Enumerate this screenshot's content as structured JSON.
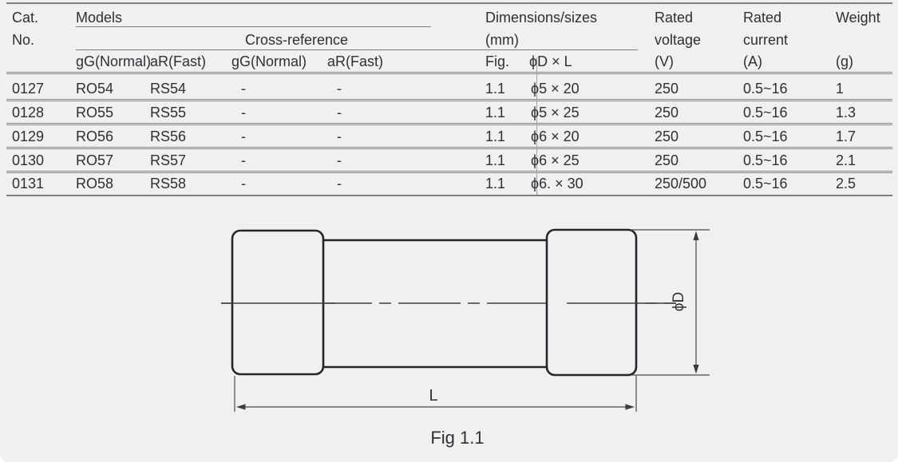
{
  "colors": {
    "background": "#f0f0f1",
    "text": "#2f2f35",
    "table_rule": "#7e7e85",
    "figure_stroke": "#26262a",
    "dimension_line": "#4a4a4f"
  },
  "table": {
    "header": {
      "cat_line1": "Cat.",
      "cat_line2": "No.",
      "models": "Models",
      "cross_reference": "Cross-reference",
      "dimensions_line1": "Dimensions/sizes",
      "dimensions_line2": "(mm)",
      "rated_voltage_line1": "Rated",
      "rated_voltage_line2": "voltage",
      "rated_voltage_unit": "(V)",
      "rated_current_line1": "Rated",
      "rated_current_line2": "current",
      "rated_current_unit": "(A)",
      "weight": "Weight",
      "weight_unit": "(g)",
      "sub": {
        "gg_normal": "gG(Normal)",
        "ar_fast": "aR(Fast)",
        "xref_gg_normal": "gG(Normal)",
        "xref_ar_fast": "aR(Fast)",
        "fig": "Fig.",
        "d_x_l": "ϕD × L"
      }
    },
    "rows": [
      {
        "cat": "0127",
        "gg": "RO54",
        "ar": "RS54",
        "xgg": "-",
        "xar": "-",
        "fig": "1.1",
        "dxl": "ϕ5 × 20",
        "voltage": "250",
        "current": "0.5~16",
        "weight": "1"
      },
      {
        "cat": "0128",
        "gg": "RO55",
        "ar": "RS55",
        "xgg": "-",
        "xar": "-",
        "fig": "1.1",
        "dxl": "ϕ5 × 25",
        "voltage": "250",
        "current": "0.5~16",
        "weight": "1.3"
      },
      {
        "cat": "0129",
        "gg": "RO56",
        "ar": "RS56",
        "xgg": "-",
        "xar": "-",
        "fig": "1.1",
        "dxl": "ϕ6 × 20",
        "voltage": "250",
        "current": "0.5~16",
        "weight": "1.7"
      },
      {
        "cat": "0130",
        "gg": "RO57",
        "ar": "RS57",
        "xgg": "-",
        "xar": "-",
        "fig": "1.1",
        "dxl": "ϕ6 × 25",
        "voltage": "250",
        "current": "0.5~16",
        "weight": "2.1"
      },
      {
        "cat": "0131",
        "gg": "RO58",
        "ar": "RS58",
        "xgg": "-",
        "xar": "-",
        "fig": "1.1",
        "dxl": "ϕ6. × 30",
        "voltage": "250/500",
        "current": "0.5~16",
        "weight": "2.5"
      }
    ]
  },
  "figure": {
    "diameter_label": "ϕD",
    "length_label": "L",
    "caption": "Fig 1.1"
  }
}
